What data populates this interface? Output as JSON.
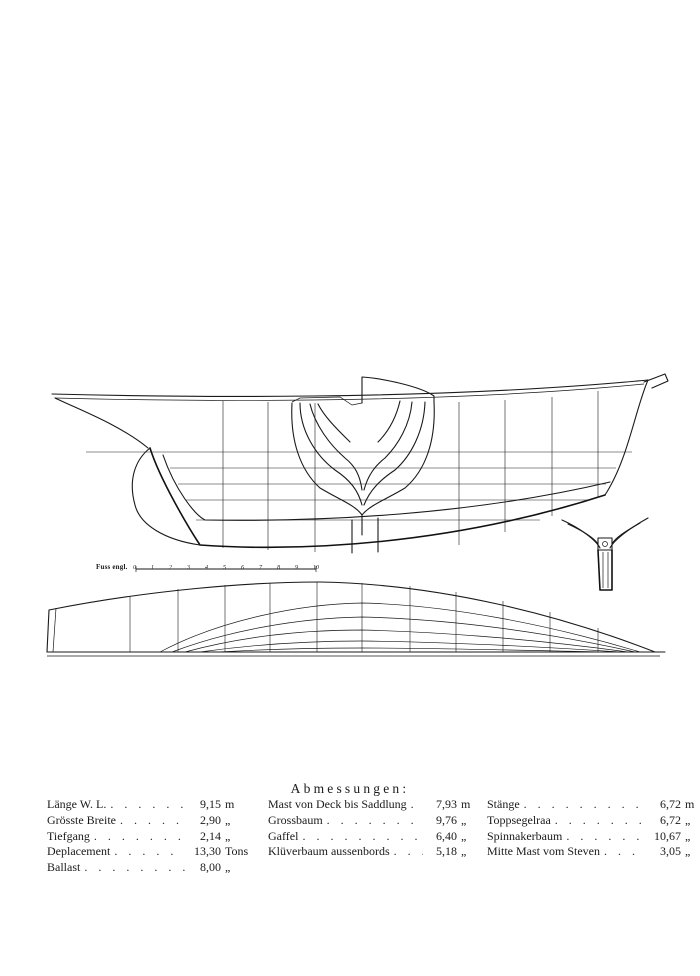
{
  "scale": {
    "label": "Fuss engl.",
    "ticks": [
      "0",
      "1",
      "2",
      "3",
      "4",
      "5",
      "6",
      "7",
      "8",
      "9",
      "10"
    ]
  },
  "dimensions": {
    "title": "Abmessungen:",
    "columns": [
      [
        {
          "label": "Länge W. L.",
          "value": "9,15",
          "unit": "m"
        },
        {
          "label": "Grösste Breite",
          "value": "2,90",
          "unit": "„"
        },
        {
          "label": "Tiefgang",
          "value": "2,14",
          "unit": "„"
        },
        {
          "label": "Deplacement",
          "value": "13,30",
          "unit": "Tons"
        },
        {
          "label": "Ballast",
          "value": "8,00",
          "unit": "„"
        }
      ],
      [
        {
          "label": "Mast von Deck bis Saddlung",
          "value": "7,93",
          "unit": "m"
        },
        {
          "label": "Grossbaum",
          "value": "9,76",
          "unit": "„"
        },
        {
          "label": "Gaffel",
          "value": "6,40",
          "unit": "„"
        },
        {
          "label": "Klüverbaum aussenbords",
          "value": "5,18",
          "unit": "„"
        }
      ],
      [
        {
          "label": "Stänge",
          "value": "6,72",
          "unit": "m"
        },
        {
          "label": "Toppsegelraa",
          "value": "6,72",
          "unit": "„"
        },
        {
          "label": "Spinnakerbaum",
          "value": "10,67",
          "unit": "„"
        },
        {
          "label": "Mitte Mast vom Steven",
          "value": "3,05",
          "unit": "„"
        }
      ]
    ]
  }
}
